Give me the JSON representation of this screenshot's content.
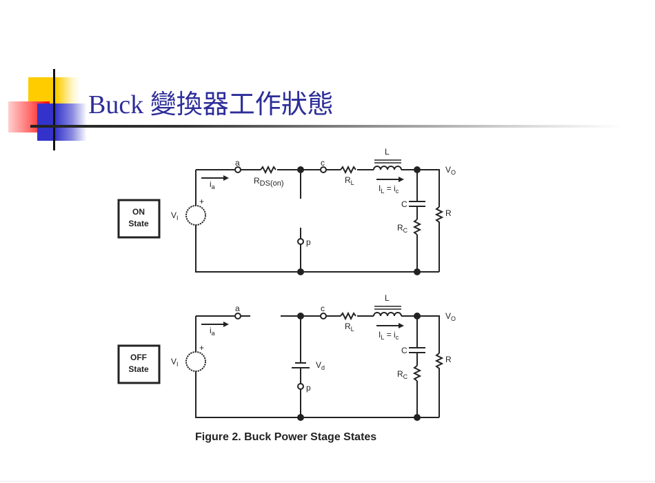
{
  "slide": {
    "title": "Buck 變換器工作狀態",
    "title_color": "#2d2d99"
  },
  "figure": {
    "caption": "Figure 2.  Buck Power Stage States",
    "on_state": {
      "state_label_line1": "ON",
      "state_label_line2": "State",
      "labels": {
        "node_a": "a",
        "node_c": "c",
        "node_p": "p",
        "source_main": "V",
        "source_sub": "I",
        "plus": "+",
        "current_a_main": "i",
        "current_a_sub": "a",
        "rds_main": "R",
        "rds_sub": "DS(on)",
        "rl_main": "R",
        "rl_sub": "L",
        "inductor": "L",
        "il_main": "I",
        "il_sub": "L",
        "il_eq": " = i",
        "il_eq_sub": "c",
        "cap": "C",
        "rc_main": "R",
        "rc_sub": "C",
        "load": "R",
        "vo_main": "V",
        "vo_sub": "O"
      }
    },
    "off_state": {
      "state_label_line1": "OFF",
      "state_label_line2": "State",
      "labels": {
        "node_a": "a",
        "node_c": "c",
        "node_p": "p",
        "source_main": "V",
        "source_sub": "I",
        "plus": "+",
        "current_a_main": "i",
        "current_a_sub": "a",
        "vd_main": "V",
        "vd_sub": "d",
        "rl_main": "R",
        "rl_sub": "L",
        "inductor": "L",
        "il_main": "I",
        "il_sub": "L",
        "il_eq": " = i",
        "il_eq_sub": "c",
        "cap": "C",
        "rc_main": "R",
        "rc_sub": "C",
        "load": "R",
        "vo_main": "V",
        "vo_sub": "O"
      }
    }
  },
  "decoration": {
    "square_colors": [
      "#ffcc00",
      "#ff0000",
      "#3333cc"
    ],
    "rule_color": "#222222"
  }
}
